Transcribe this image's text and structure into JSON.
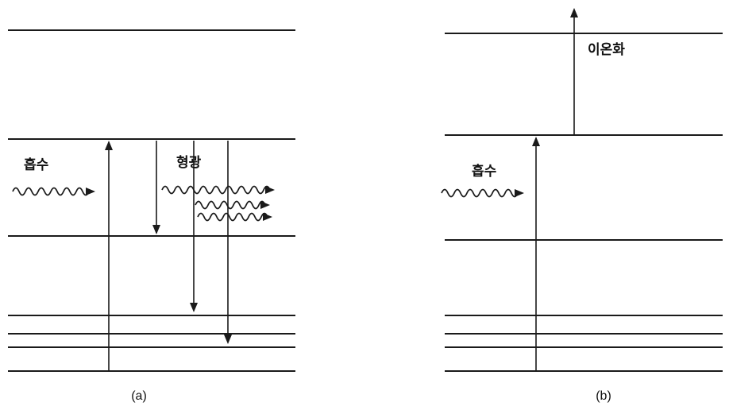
{
  "panels": {
    "a": {
      "caption": "(a)",
      "absorption_label": "흡수",
      "fluorescence_label": "형광"
    },
    "b": {
      "caption": "(b)",
      "absorption_label": "흡수",
      "ionization_label": "이온화"
    }
  },
  "colors": {
    "ink": "#1a1a1a",
    "background": "#ffffff"
  }
}
